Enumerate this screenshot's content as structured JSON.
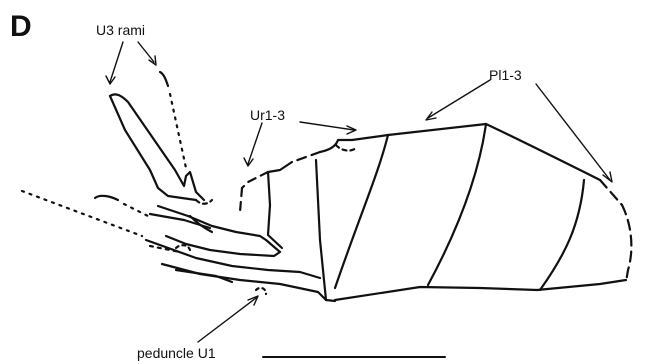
{
  "figure": {
    "panel_label": "D",
    "labels": {
      "u3_rami": "U3 rami",
      "ur1_3": "Ur1-3",
      "pl1_3": "Pl1-3",
      "peduncle_u1": "peduncle U1"
    },
    "colors": {
      "ink": "#111111",
      "background": "#ffffff"
    }
  }
}
